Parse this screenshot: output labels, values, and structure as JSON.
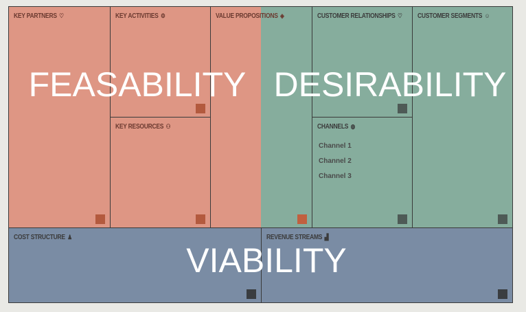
{
  "colors": {
    "feasibility": "#de9684",
    "desirability": "#86ad9d",
    "viability": "#7a8ca4",
    "border": "#3a3a3a"
  },
  "blocks": {
    "key_partners": {
      "label": "KEY PARTNERS",
      "icon": "link-heart-icon"
    },
    "key_activities": {
      "label": "KEY ACTIVITIES",
      "icon": "gears-icon"
    },
    "key_resources": {
      "label": "KEY RESOURCES",
      "icon": "people-icon"
    },
    "value_propositions": {
      "label": "VALUE PROPOSITIONS",
      "icon": "gift-icon"
    },
    "customer_relationships": {
      "label": "CUSTOMER RELATIONSHIPS",
      "icon": "heart-icon"
    },
    "channels": {
      "label": "CHANNELS",
      "icon": "truck-icon",
      "items": [
        "Channel 1",
        "Channel 2",
        "Channel 3"
      ]
    },
    "customer_segments": {
      "label": "CUSTOMER SEGMENTS",
      "icon": "person-icon"
    },
    "cost_structure": {
      "label": "COST STRUCTURE",
      "icon": "money-bag-icon"
    },
    "revenue_streams": {
      "label": "REVENUE STREAMS",
      "icon": "bar-chart-icon"
    }
  },
  "overlays": {
    "feasibility": "FEASABILITY",
    "desirability": "DESIRABILITY",
    "viability": "VIABILITY"
  }
}
